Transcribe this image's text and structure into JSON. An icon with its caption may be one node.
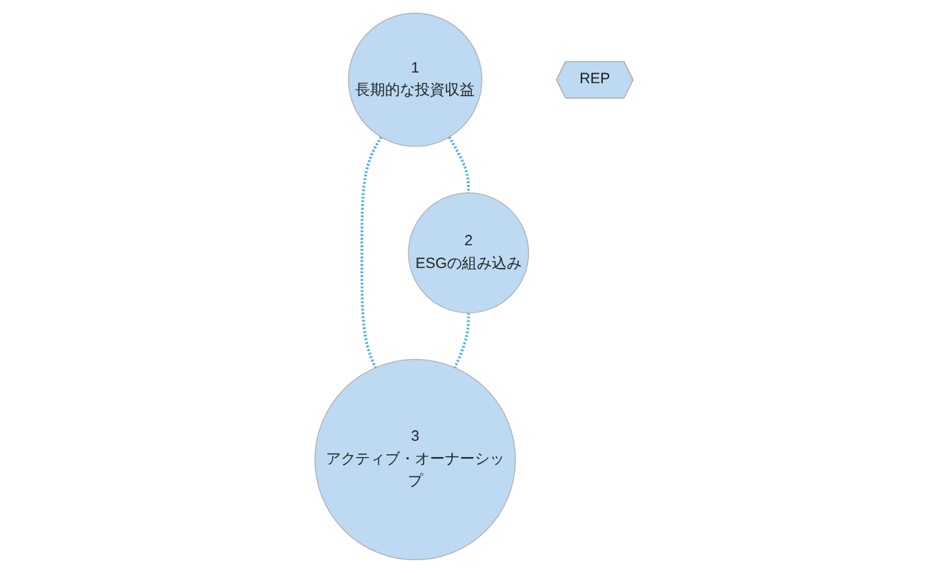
{
  "diagram": {
    "nodes": [
      {
        "text": [
          "1",
          "長期的な投資収益"
        ]
      },
      {
        "text": [
          "2",
          "ESGの組み込み"
        ]
      },
      {
        "text": [
          "3",
          "アクティブ・オーナーシップ"
        ]
      },
      {
        "text": [
          "REP"
        ]
      }
    ],
    "edges": [
      {
        "from": 0,
        "to": 1,
        "arrow": "none",
        "style": "dashed"
      },
      {
        "from": 0,
        "to": 2,
        "arrow": "none",
        "style": "dashed"
      },
      {
        "from": 1,
        "to": 2,
        "arrow": "none",
        "style": "dashed"
      }
    ]
  }
}
